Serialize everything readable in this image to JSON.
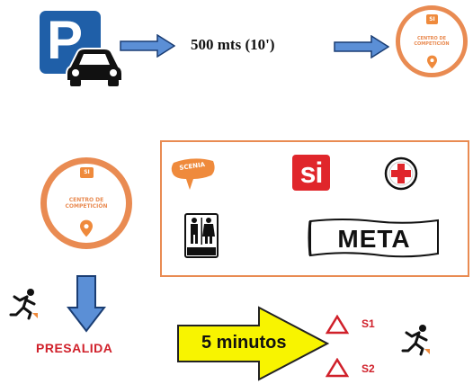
{
  "parking": {
    "letter": "P",
    "icon": "parking-icon",
    "car_icon": "car-icon"
  },
  "route": {
    "distance": "500 mts  (10')"
  },
  "competition_center": {
    "logo": "SI",
    "line1": "CENTRO DE",
    "line2": "COMPETICIÓN",
    "icon": "map-pin-icon",
    "color": "#e98b52"
  },
  "services": {
    "scenia_label": "SCENIA",
    "si_label": "si",
    "first_aid_icon": "red-cross-icon",
    "toilets_icon": "toilets-icon",
    "finish_label": "META"
  },
  "start": {
    "presalida": "PRESALIDA",
    "arrow_text": "5 minutos",
    "s1": "S1",
    "s2": "S2",
    "runner_icon": "runner-icon"
  },
  "colors": {
    "blue": "#5b8fd6",
    "orange": "#e98b52",
    "red": "#d0202a",
    "yellow": "#f8f400"
  }
}
